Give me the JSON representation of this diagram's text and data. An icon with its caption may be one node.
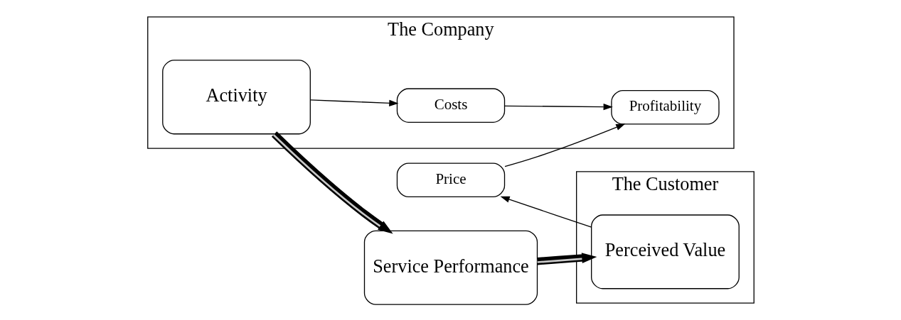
{
  "diagram": {
    "nodes": [
      {
        "text": [
          "The Company"
        ]
      },
      {
        "text": [
          "Activity"
        ],
        "in": 0
      },
      {
        "text": [
          "Costs"
        ],
        "in": 0
      },
      {
        "text": [
          "Profitability"
        ],
        "in": 0
      },
      {
        "text": [
          "Service Performance"
        ]
      },
      {
        "text": [
          "The Customer"
        ]
      },
      {
        "text": [
          "Perceived Value"
        ],
        "in": 5
      },
      {
        "text": [
          "Price"
        ]
      }
    ],
    "edges": [
      {
        "from": 1,
        "to": 2,
        "arrow": "to"
      },
      {
        "from": 2,
        "to": 3,
        "arrow": "to"
      },
      {
        "from": 1,
        "to": 4,
        "arrow": "to",
        "style": "thick"
      },
      {
        "from": 4,
        "to": 6,
        "arrow": "to",
        "style": "thick"
      },
      {
        "from": 6,
        "to": 7,
        "arrow": "to"
      },
      {
        "from": 7,
        "to": 3,
        "arrow": "to"
      }
    ]
  }
}
